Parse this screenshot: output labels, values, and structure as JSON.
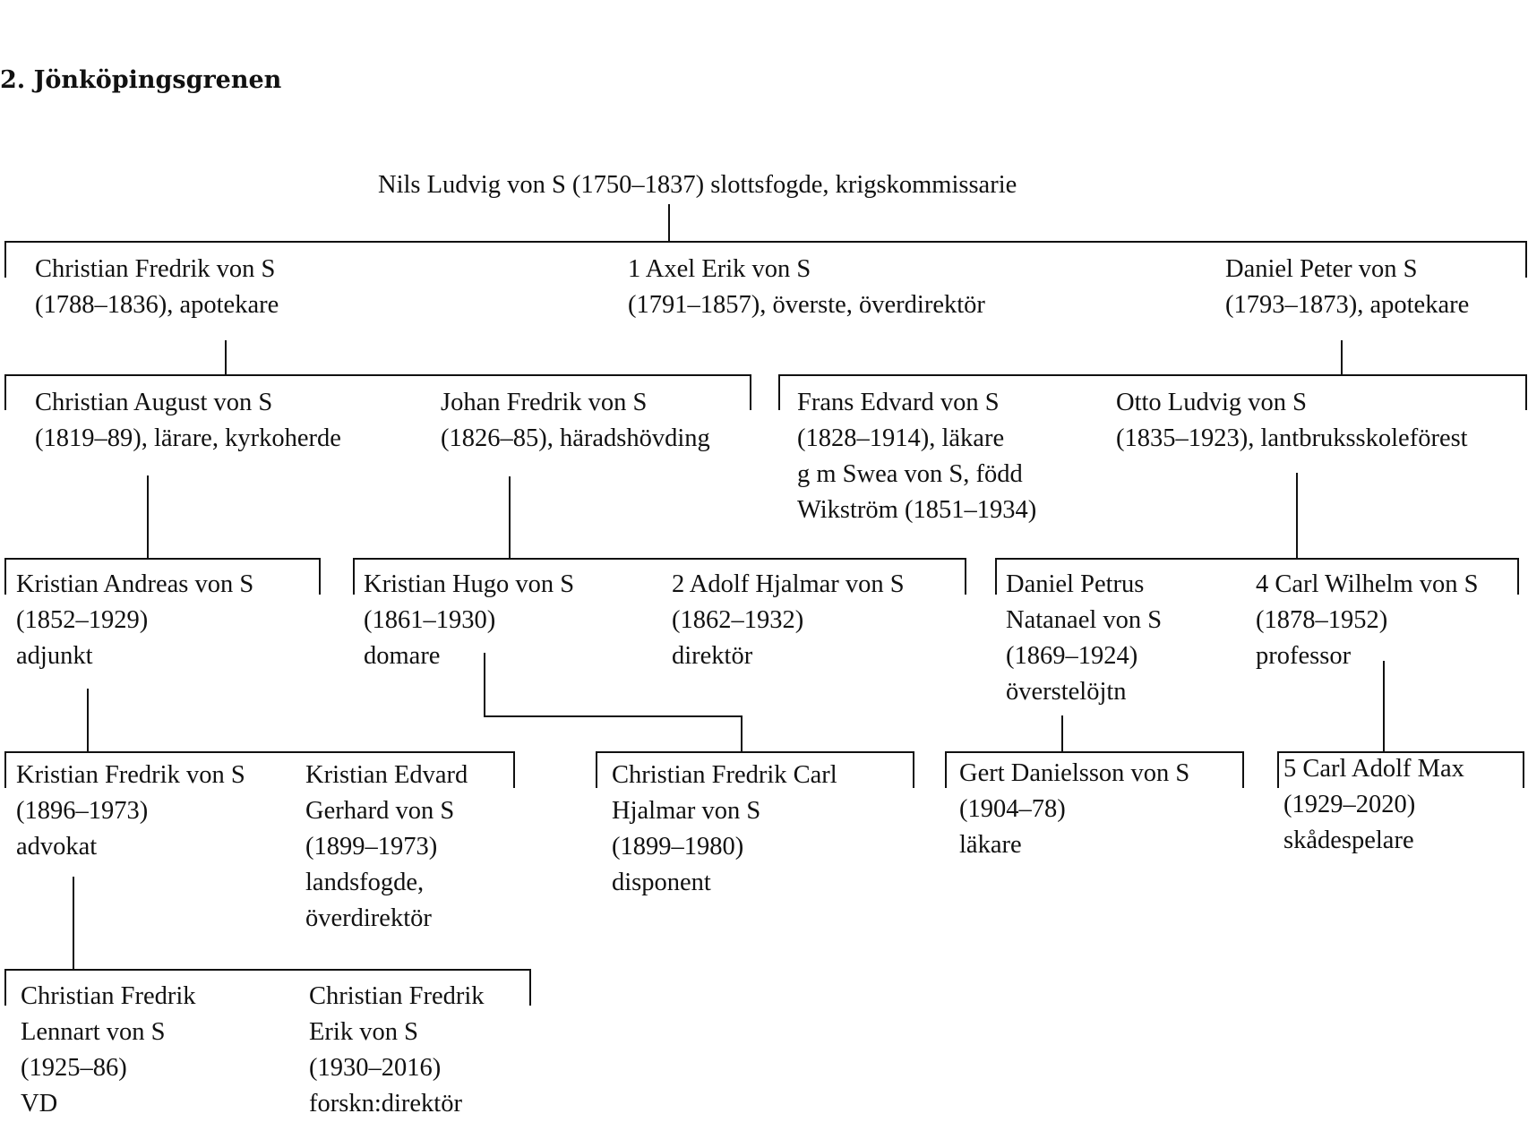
{
  "heading": "2. Jönköpingsgrenen",
  "nodes": {
    "n0": [
      "Nils Ludvig von S (1750–1837) slottsfogde, krigskommissarie"
    ],
    "n1": [
      "Christian Fredrik von S",
      "(1788–1836), apotekare"
    ],
    "n2": [
      "1 Axel Erik von S",
      "(1791–1857), överste, överdirektör"
    ],
    "n3": [
      "Daniel Peter von S",
      "(1793–1873), apotekare"
    ],
    "n4": [
      "Christian August von S",
      "(1819–89), lärare, kyrkoherde"
    ],
    "n5": [
      "Johan Fredrik von S",
      "(1826–85), häradshövding"
    ],
    "n6": [
      "Frans Edvard von S",
      "(1828–1914), läkare",
      "g m Swea von S, född",
      "Wikström (1851–1934)"
    ],
    "n7": [
      "Otto Ludvig von S",
      "(1835–1923), lantbruksskoleförest"
    ],
    "n8": [
      "Kristian Andreas von S",
      "(1852–1929)",
      "adjunkt"
    ],
    "n9": [
      "Kristian Hugo von S",
      "(1861–1930)",
      "domare"
    ],
    "n10": [
      "2 Adolf  Hjalmar von S",
      "(1862–1932)",
      "direktör"
    ],
    "n11": [
      "Daniel Petrus",
      "Natanael von S",
      "(1869–1924)",
      "överstelöjtn"
    ],
    "n12": [
      "4 Carl Wilhelm von S",
      "(1878–1952)",
      "professor"
    ],
    "n13": [
      "Kristian Fredrik von S",
      "(1896–1973)",
      "advokat"
    ],
    "n14": [
      "Kristian Edvard",
      "Gerhard von S",
      "(1899–1973)",
      "landsfogde,",
      "överdirektör"
    ],
    "n15": [
      "Christian Fredrik Carl",
      "Hjalmar von S",
      "(1899–1980)",
      "disponent"
    ],
    "n16": [
      "Gert Danielsson von S",
      "(1904–78)",
      "läkare"
    ],
    "n17": [
      "5 Carl Adolf Max",
      "(1929–2020)",
      "skådespelare"
    ],
    "n18": [
      "Christian Fredrik",
      "Lennart von S",
      "(1925–86)",
      "VD"
    ],
    "n19": [
      "Christian Fredrik",
      "Erik von S",
      "(1930–2016)",
      "forskn:direktör"
    ]
  }
}
